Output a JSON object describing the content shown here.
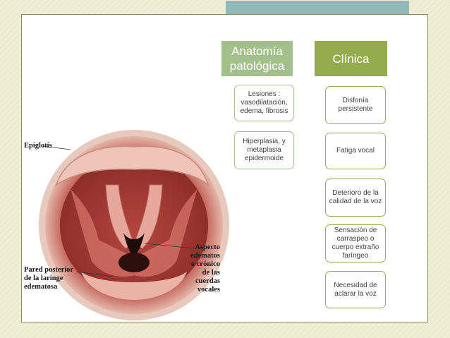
{
  "columns": {
    "anatomia": {
      "header": "Anatomía patológica",
      "items": [
        "Lesiones : vasodilatación, edema, fibrosis",
        "Hiperplasia, y metaplasia epidermoide"
      ]
    },
    "clinica": {
      "header": "Clínica",
      "items": [
        "Disfonía persistente",
        "Fatiga vocal",
        "Deterioro de la calidad de la voz",
        "Sensación de carraspeo o cuerpo extraño faríngeo",
        "Necesidad de aclarar la voz"
      ]
    }
  },
  "illustration": {
    "label_epiglotis": "Epiglotis",
    "label_aspecto": "Aspecto edematoso crónico de las cuerdas vocales",
    "label_aspecto_lines": [
      "Aspecto",
      "edematos",
      "o crónico",
      "de las",
      "cuerdas",
      "vocales"
    ],
    "label_pared_lines": [
      "Pared posterior",
      "de la laringe",
      "edematosa"
    ]
  },
  "colors": {
    "background": "#efedd4",
    "top_bar": "#93b8b8",
    "anatomia_green": "#a2c08b",
    "clinica_green": "#93ad4e"
  }
}
